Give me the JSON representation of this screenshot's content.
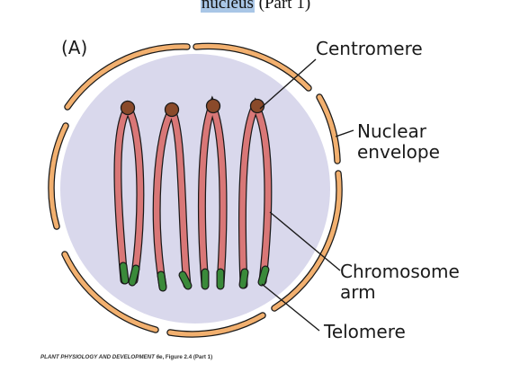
{
  "caption": {
    "highlighted": "nucleus",
    "rest": " (Part 1)"
  },
  "panel_label": "(A)",
  "labels": {
    "centromere": "Centromere",
    "nuclear_envelope": [
      "Nuclear",
      "envelope"
    ],
    "chromosome_arm": [
      "Chromosome",
      "arm"
    ],
    "telomere": "Telomere"
  },
  "credit": {
    "book": "PLANT PHYSIOLOGY AND DEVELOPMENT 6e",
    "figure": ", Figure 2.4 (Part 1)"
  },
  "colors": {
    "nucleoplasm": "#d9d8ec",
    "envelope": "#f2b06f",
    "chromosome_arm": "#d97777",
    "centromere": "#8a4a2a",
    "telomere": "#3a8a3a"
  }
}
